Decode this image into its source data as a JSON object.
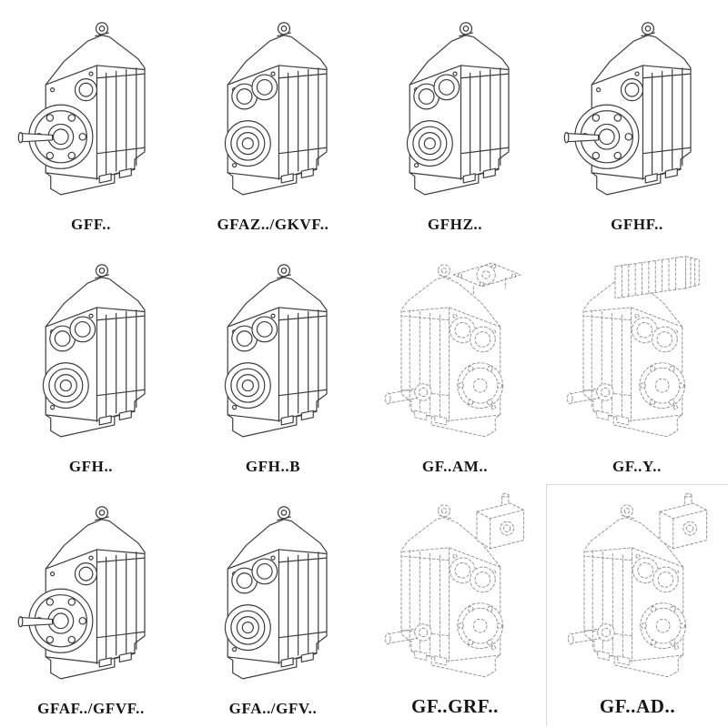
{
  "page": {
    "background": "#ffffff",
    "line_color": "#3d3d3d",
    "dashed_line_color": "#949494"
  },
  "catalog": {
    "rows": 3,
    "cols": 4,
    "items": [
      {
        "label": "GFF..",
        "drawing": "flange-output-gearbox",
        "line_style": "solid"
      },
      {
        "label": "GFAZ../GKVF..",
        "drawing": "hollow-shaft-gearbox",
        "line_style": "solid"
      },
      {
        "label": "GFHZ..",
        "drawing": "hollow-shaft-gearbox",
        "line_style": "solid"
      },
      {
        "label": "GFHF..",
        "drawing": "flange-output-gearbox",
        "line_style": "solid"
      },
      {
        "label": "GFH..",
        "drawing": "hollow-shaft-gearbox",
        "line_style": "solid"
      },
      {
        "label": "GFH..B",
        "drawing": "hollow-shaft-gearbox",
        "line_style": "solid"
      },
      {
        "label": "GF..AM..",
        "drawing": "top-flange-gearbox",
        "line_style": "dashed"
      },
      {
        "label": "GF..Y..",
        "drawing": "motor-mounted-gearbox",
        "line_style": "dashed"
      },
      {
        "label": "GFAF../GFVF..",
        "drawing": "flange-output-gearbox",
        "line_style": "solid"
      },
      {
        "label": "GFA../GFV..",
        "drawing": "hollow-shaft-gearbox",
        "line_style": "solid"
      },
      {
        "label": "GF..GRF..",
        "drawing": "input-adapter-gearbox",
        "line_style": "dashed"
      },
      {
        "label": "GF..AD..",
        "drawing": "input-adapter-gearbox",
        "line_style": "dashed"
      }
    ]
  }
}
